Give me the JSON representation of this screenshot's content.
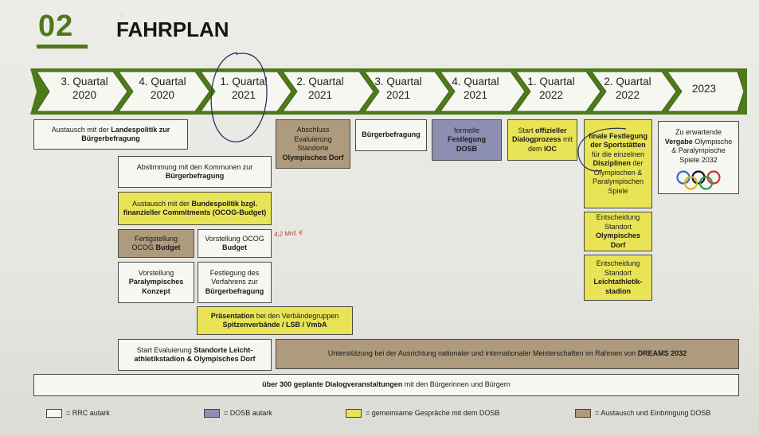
{
  "header": {
    "number": "02",
    "title": "FAHRPLAN"
  },
  "timeline": [
    {
      "line1": "3. Quartal",
      "line2": "2020"
    },
    {
      "line1": "4. Quartal",
      "line2": "2020"
    },
    {
      "line1": "1. Quartal",
      "line2": "2021"
    },
    {
      "line1": "2. Quartal",
      "line2": "2021"
    },
    {
      "line1": "3. Quartal",
      "line2": "2021"
    },
    {
      "line1": "4. Quartal",
      "line2": "2021"
    },
    {
      "line1": "1. Quartal",
      "line2": "2022"
    },
    {
      "line1": "2. Quartal",
      "line2": "2022"
    },
    {
      "line1": "2023",
      "line2": ""
    }
  ],
  "boxes": {
    "landespolitik": {
      "a": "Austausch mit der ",
      "b": "Landespolitik zur Bürgerbefragung"
    },
    "kommunen": {
      "a": "Abstimmung mit den Kommunen zur ",
      "b": "Bürgerbefragung"
    },
    "bundespolitik": {
      "a": "Austausch mit der ",
      "b": "Bundespolitik bzgl. finanzieller Commitments (OCOG-Budget)"
    },
    "fertigstellung": {
      "a": "Fertigstellung OCOG ",
      "b": "Budget"
    },
    "vorstellung_budget": {
      "a": "Vorstellung OCOG ",
      "b": "Budget"
    },
    "paralympisch": {
      "a": "Vorstellung ",
      "b": "Paralympisches Konzept"
    },
    "verfahren": {
      "a": "Festlegung des Verfahrens zur ",
      "b": "Bürgerbefragung"
    },
    "praesentation": {
      "a": "Präsentation",
      "m": " bei den Verbändegruppen ",
      "b": "Spitzenverbände / LSB / VmbA"
    },
    "evaluierung": {
      "a": "Start Evaluierung ",
      "b": "Standorte Leicht-athletikstadion & Olympisches Dorf"
    },
    "abschluss": {
      "a": "Abschluss Evaluierung Standorte ",
      "b": "Olympisches Dorf"
    },
    "buergerbefragung": {
      "b": "Bürgerbefragung"
    },
    "festlegung_dosb": {
      "a": "formelle ",
      "b": "Festlegung DOSB"
    },
    "ioc": {
      "a": "Start ",
      "b": "offizieller Dialogprozess",
      "m": " mit dem ",
      "c": "IOC"
    },
    "sportstaetten": {
      "a": "finale Festlegung der Sportstätten",
      "m": " für die einzelnen ",
      "b": "Disziplinen",
      "c": " der Olympischen & Paralympischen Spiele"
    },
    "dorf": {
      "a": "Entscheidung Standort ",
      "b": "Olympisches Dorf"
    },
    "stadion": {
      "a": "Entscheidung Standort ",
      "b": "Leichtathletik-stadion"
    },
    "vergabe": {
      "a": "Zu erwartende ",
      "b": "Vergabe",
      "c": " Olympische & Paralympische Spiele 2032"
    },
    "meisterschaften": {
      "a": "Unterstützung bei der Ausrichtung nationaler und internationaler Meisterschaften im Rahmen von ",
      "b": "DREAMS 2032"
    },
    "dialog": {
      "b": "über 300 geplante Dialogveranstaltungen",
      "a": " mit den Bürgerinnen und Bürgern"
    }
  },
  "handwriting": {
    "note": "4,2 Mrd. €"
  },
  "legend": [
    {
      "label": "= RRC autark",
      "color": "#f6f6f2"
    },
    {
      "label": "= DOSB autark",
      "color": "#8c8fb2"
    },
    {
      "label": "= gemeinsame Gespräche mit dem DOSB",
      "color": "#e8e455"
    },
    {
      "label": "= Austausch und Einbringung DOSB",
      "color": "#ae9a7c"
    }
  ],
  "colors": {
    "accent_green": "#4e7a1b",
    "yellow": "#e8e455",
    "brown": "#ae9a7c",
    "purple": "#8c8fb2"
  }
}
